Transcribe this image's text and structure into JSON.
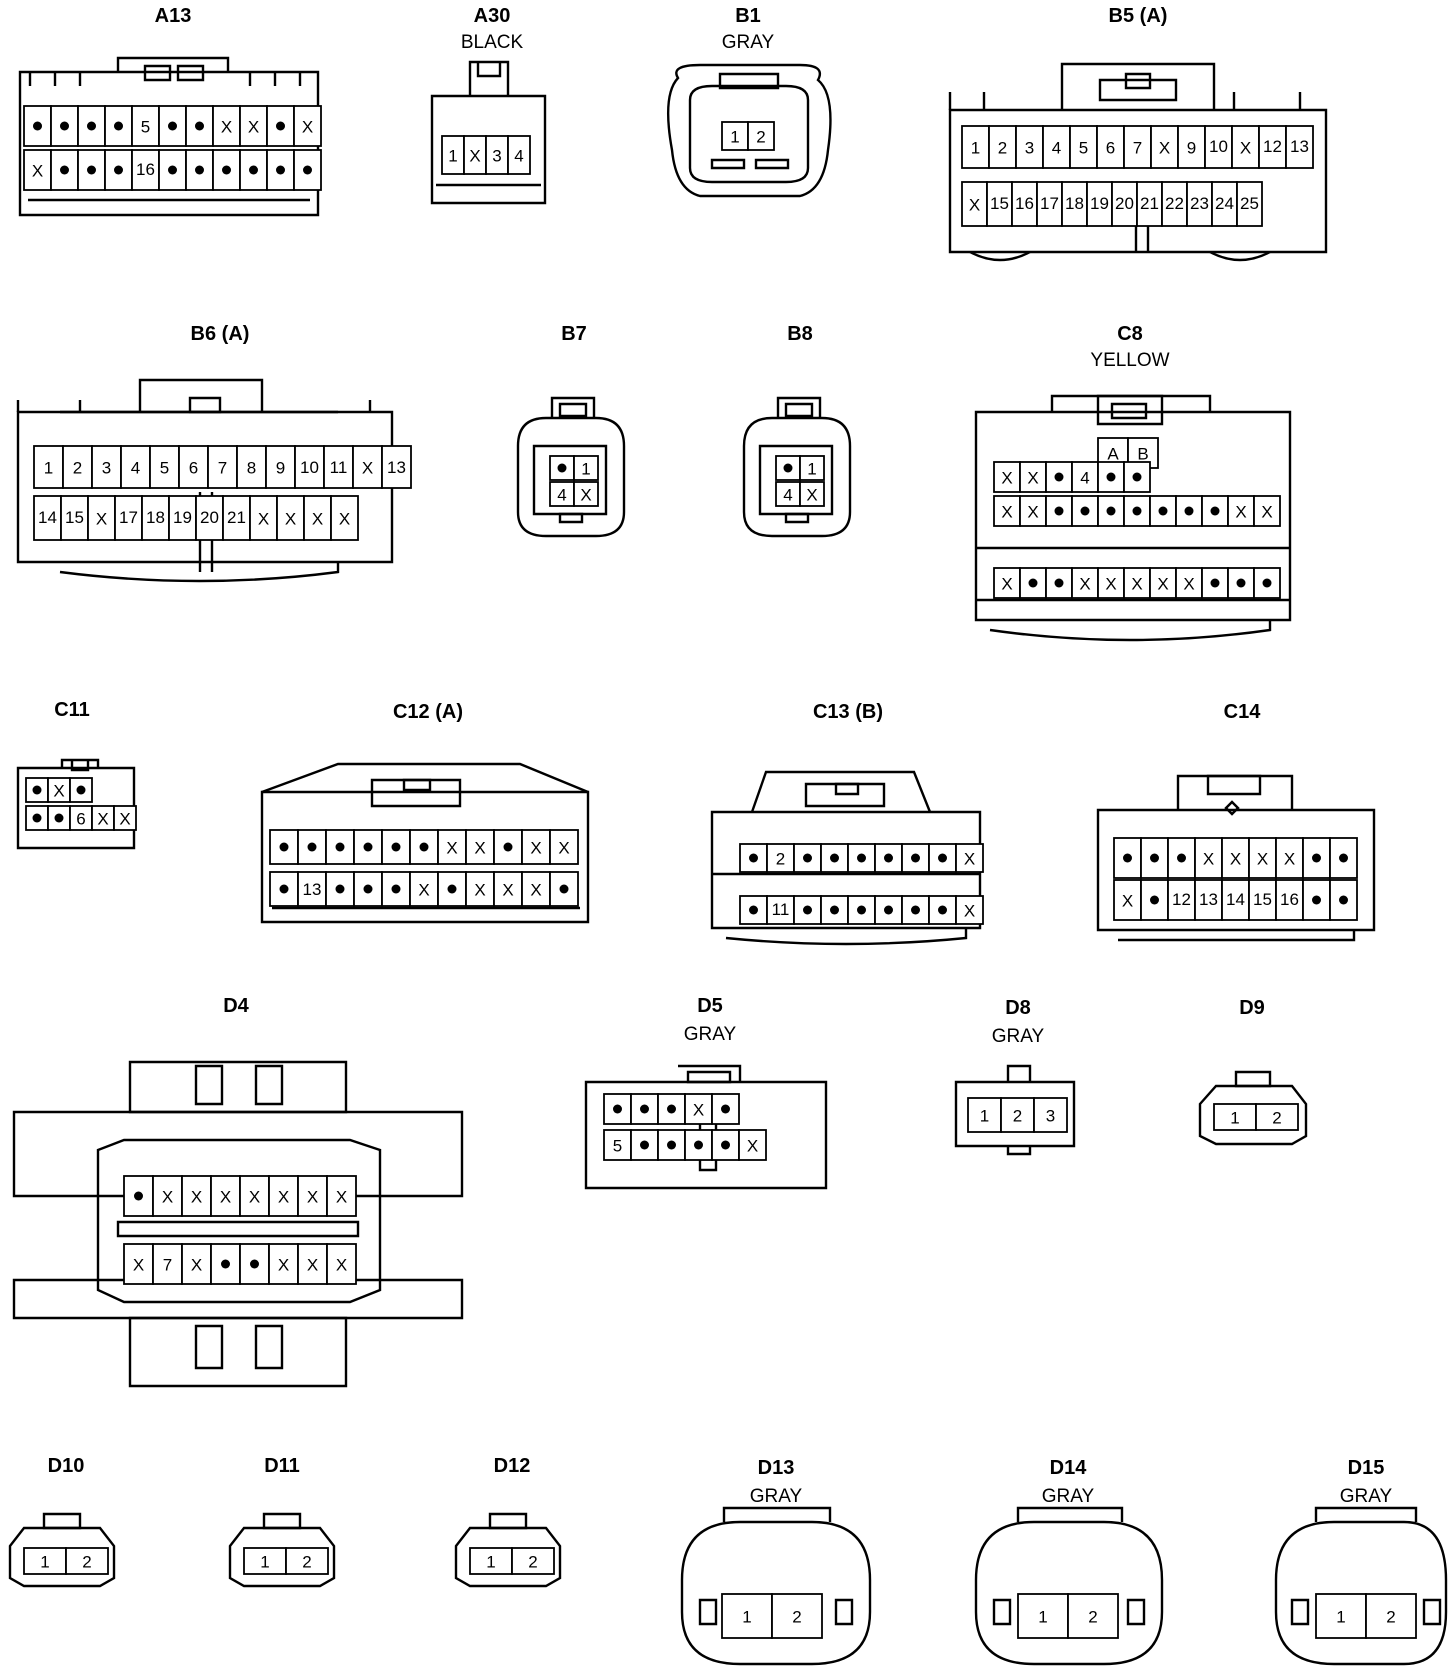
{
  "connectors": [
    {
      "id": "A13",
      "title": "A13",
      "subtitle": "",
      "rows": [
        [
          "•",
          "•",
          "•",
          "•",
          "5",
          "•",
          "•",
          "X",
          "X",
          "•",
          "X"
        ],
        [
          "X",
          "•",
          "•",
          "•",
          "16",
          "•",
          "•",
          "•",
          "•",
          "•",
          "•"
        ]
      ]
    },
    {
      "id": "A30",
      "title": "A30",
      "subtitle": "BLACK",
      "rows": [
        [
          "1",
          "X",
          "3",
          "4"
        ]
      ]
    },
    {
      "id": "B1",
      "title": "B1",
      "subtitle": "GRAY",
      "rows": [
        [
          "1",
          "2"
        ]
      ]
    },
    {
      "id": "B5",
      "title": "B5 (A)",
      "subtitle": "",
      "rows": [
        [
          "1",
          "2",
          "3",
          "4",
          "5",
          "6",
          "7",
          "X",
          "9",
          "10",
          "X",
          "12",
          "13"
        ],
        [
          "X",
          "15",
          "16",
          "17",
          "18",
          "19",
          "20",
          "21",
          "22",
          "23",
          "24",
          "25"
        ]
      ]
    },
    {
      "id": "B6",
      "title": "B6 (A)",
      "subtitle": "",
      "rows": [
        [
          "1",
          "2",
          "3",
          "4",
          "5",
          "6",
          "7",
          "8",
          "9",
          "10",
          "11",
          "X",
          "13"
        ],
        [
          "14",
          "15",
          "X",
          "17",
          "18",
          "19",
          "20",
          "21",
          "X",
          "X",
          "X",
          "X"
        ]
      ]
    },
    {
      "id": "B7",
      "title": "B7",
      "subtitle": "",
      "rows": [
        [
          "•",
          "1"
        ],
        [
          "4",
          "X"
        ]
      ]
    },
    {
      "id": "B8",
      "title": "B8",
      "subtitle": "",
      "rows": [
        [
          "•",
          "1"
        ],
        [
          "4",
          "X"
        ]
      ]
    },
    {
      "id": "C8",
      "title": "C8",
      "subtitle": "YELLOW",
      "rows": [
        [
          "A",
          "B"
        ],
        [
          "X",
          "X",
          "•",
          "4",
          "•",
          "•"
        ],
        [
          "X",
          "X",
          "•",
          "•",
          "•",
          "•",
          "•",
          "•",
          "•",
          "X",
          "X"
        ],
        [
          "X",
          "•",
          "•",
          "X",
          "X",
          "X",
          "X",
          "X",
          "•",
          "•",
          "•"
        ]
      ]
    },
    {
      "id": "C11",
      "title": "C11",
      "subtitle": "",
      "rows": [
        [
          "•",
          "X",
          "•"
        ],
        [
          "•",
          "•",
          "6",
          "X",
          "X"
        ]
      ]
    },
    {
      "id": "C12",
      "title": "C12 (A)",
      "subtitle": "",
      "rows": [
        [
          "•",
          "•",
          "•",
          "•",
          "•",
          "•",
          "X",
          "X",
          "•",
          "X",
          "X"
        ],
        [
          "•",
          "13",
          "•",
          "•",
          "•",
          "X",
          "•",
          "X",
          "X",
          "X",
          "•"
        ]
      ]
    },
    {
      "id": "C13",
      "title": "C13 (B)",
      "subtitle": "",
      "rows": [
        [
          "•",
          "2",
          "•",
          "•",
          "•",
          "•",
          "•",
          "•",
          "X"
        ],
        [
          "•",
          "11",
          "•",
          "•",
          "•",
          "•",
          "•",
          "•",
          "X"
        ]
      ]
    },
    {
      "id": "C14",
      "title": "C14",
      "subtitle": "",
      "rows": [
        [
          "•",
          "•",
          "•",
          "X",
          "X",
          "X",
          "X",
          "•",
          "•"
        ],
        [
          "X",
          "•",
          "12",
          "13",
          "14",
          "15",
          "16",
          "•",
          "•"
        ]
      ]
    },
    {
      "id": "D4",
      "title": "D4",
      "subtitle": "",
      "rows": [
        [
          "•",
          "X",
          "X",
          "X",
          "X",
          "X",
          "X",
          "X"
        ],
        [
          "X",
          "7",
          "X",
          "•",
          "•",
          "X",
          "X",
          "X"
        ]
      ]
    },
    {
      "id": "D5",
      "title": "D5",
      "subtitle": "GRAY",
      "rows": [
        [
          "•",
          "•",
          "•",
          "X",
          "•"
        ],
        [
          "5",
          "•",
          "•",
          "•",
          "•",
          "X"
        ]
      ]
    },
    {
      "id": "D8",
      "title": "D8",
      "subtitle": "GRAY",
      "rows": [
        [
          "1",
          "2",
          "3"
        ]
      ]
    },
    {
      "id": "D9",
      "title": "D9",
      "subtitle": "",
      "rows": [
        [
          "1",
          "2"
        ]
      ]
    },
    {
      "id": "D10",
      "title": "D10",
      "subtitle": "",
      "rows": [
        [
          "1",
          "2"
        ]
      ]
    },
    {
      "id": "D11",
      "title": "D11",
      "subtitle": "",
      "rows": [
        [
          "1",
          "2"
        ]
      ]
    },
    {
      "id": "D12",
      "title": "D12",
      "subtitle": "",
      "rows": [
        [
          "1",
          "2"
        ]
      ]
    },
    {
      "id": "D13",
      "title": "D13",
      "subtitle": "GRAY",
      "rows": [
        [
          "1",
          "2"
        ]
      ]
    },
    {
      "id": "D14",
      "title": "D14",
      "subtitle": "GRAY",
      "rows": [
        [
          "1",
          "2"
        ]
      ]
    },
    {
      "id": "D15",
      "title": "D15",
      "subtitle": "GRAY",
      "rows": [
        [
          "1",
          "2"
        ]
      ]
    }
  ]
}
